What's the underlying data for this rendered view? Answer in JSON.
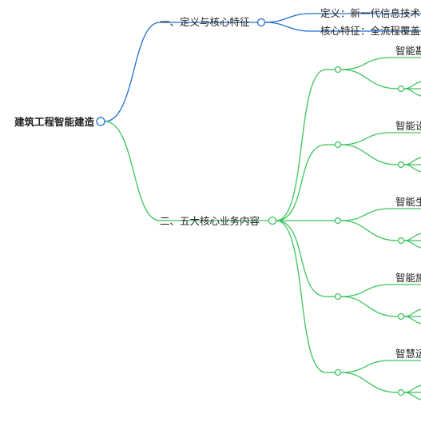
{
  "root": {
    "label": "建筑工程智能建造",
    "color": "#1f6fd1"
  },
  "branches": [
    {
      "label": "一、定义与核心特征",
      "color": "#1f6fd1",
      "leaves": [
        {
          "label": "定义：新一代信息技术"
        },
        {
          "label": "核心特征：全流程覆盖"
        }
      ]
    },
    {
      "label": "二、五大核心业务内容",
      "color": "#3cc45e",
      "groups": [
        {
          "label": "智能勘"
        },
        {
          "label": "智能设"
        },
        {
          "label": "智能生"
        },
        {
          "label": "智能施"
        },
        {
          "label": "智慧运"
        }
      ]
    }
  ]
}
